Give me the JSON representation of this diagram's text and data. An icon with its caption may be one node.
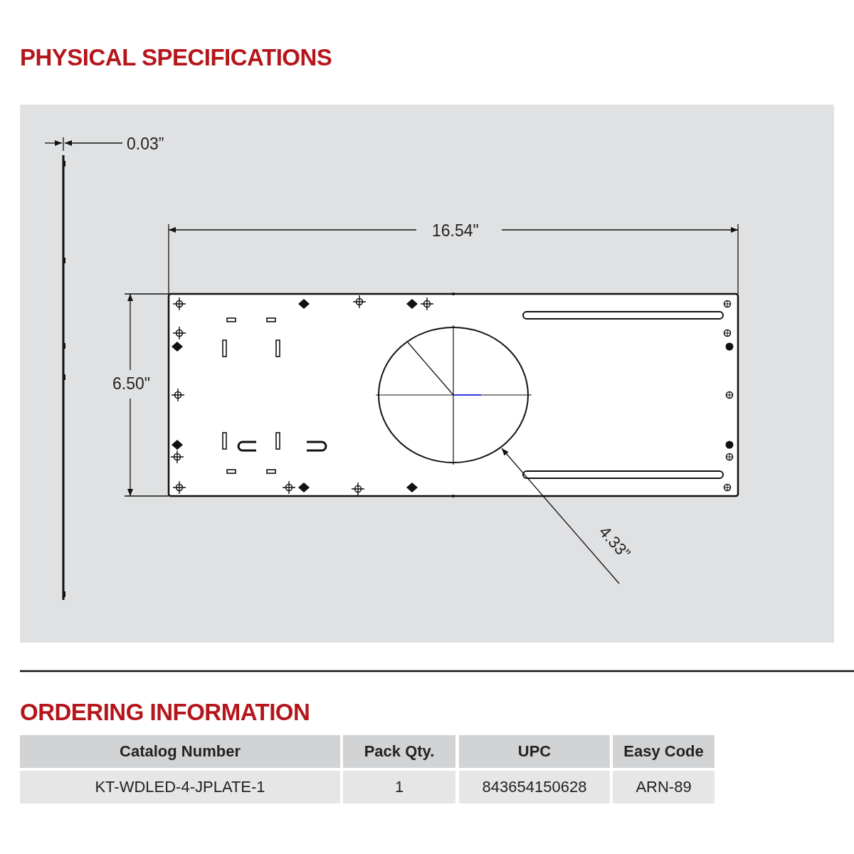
{
  "diagram": {
    "title": "PHYSICAL SPECIFICATIONS",
    "labels": [
      "0.03”",
      "16.54\"",
      "6.50\"",
      "4.33”",
      "ORDERING INFORMATION",
      "Catalog Number",
      "Pack Qty.",
      "UPC",
      "Easy Code",
      "KT-WDLED-4-JPLATE-1",
      "1",
      "843654150628",
      "ARN-89"
    ]
  }
}
